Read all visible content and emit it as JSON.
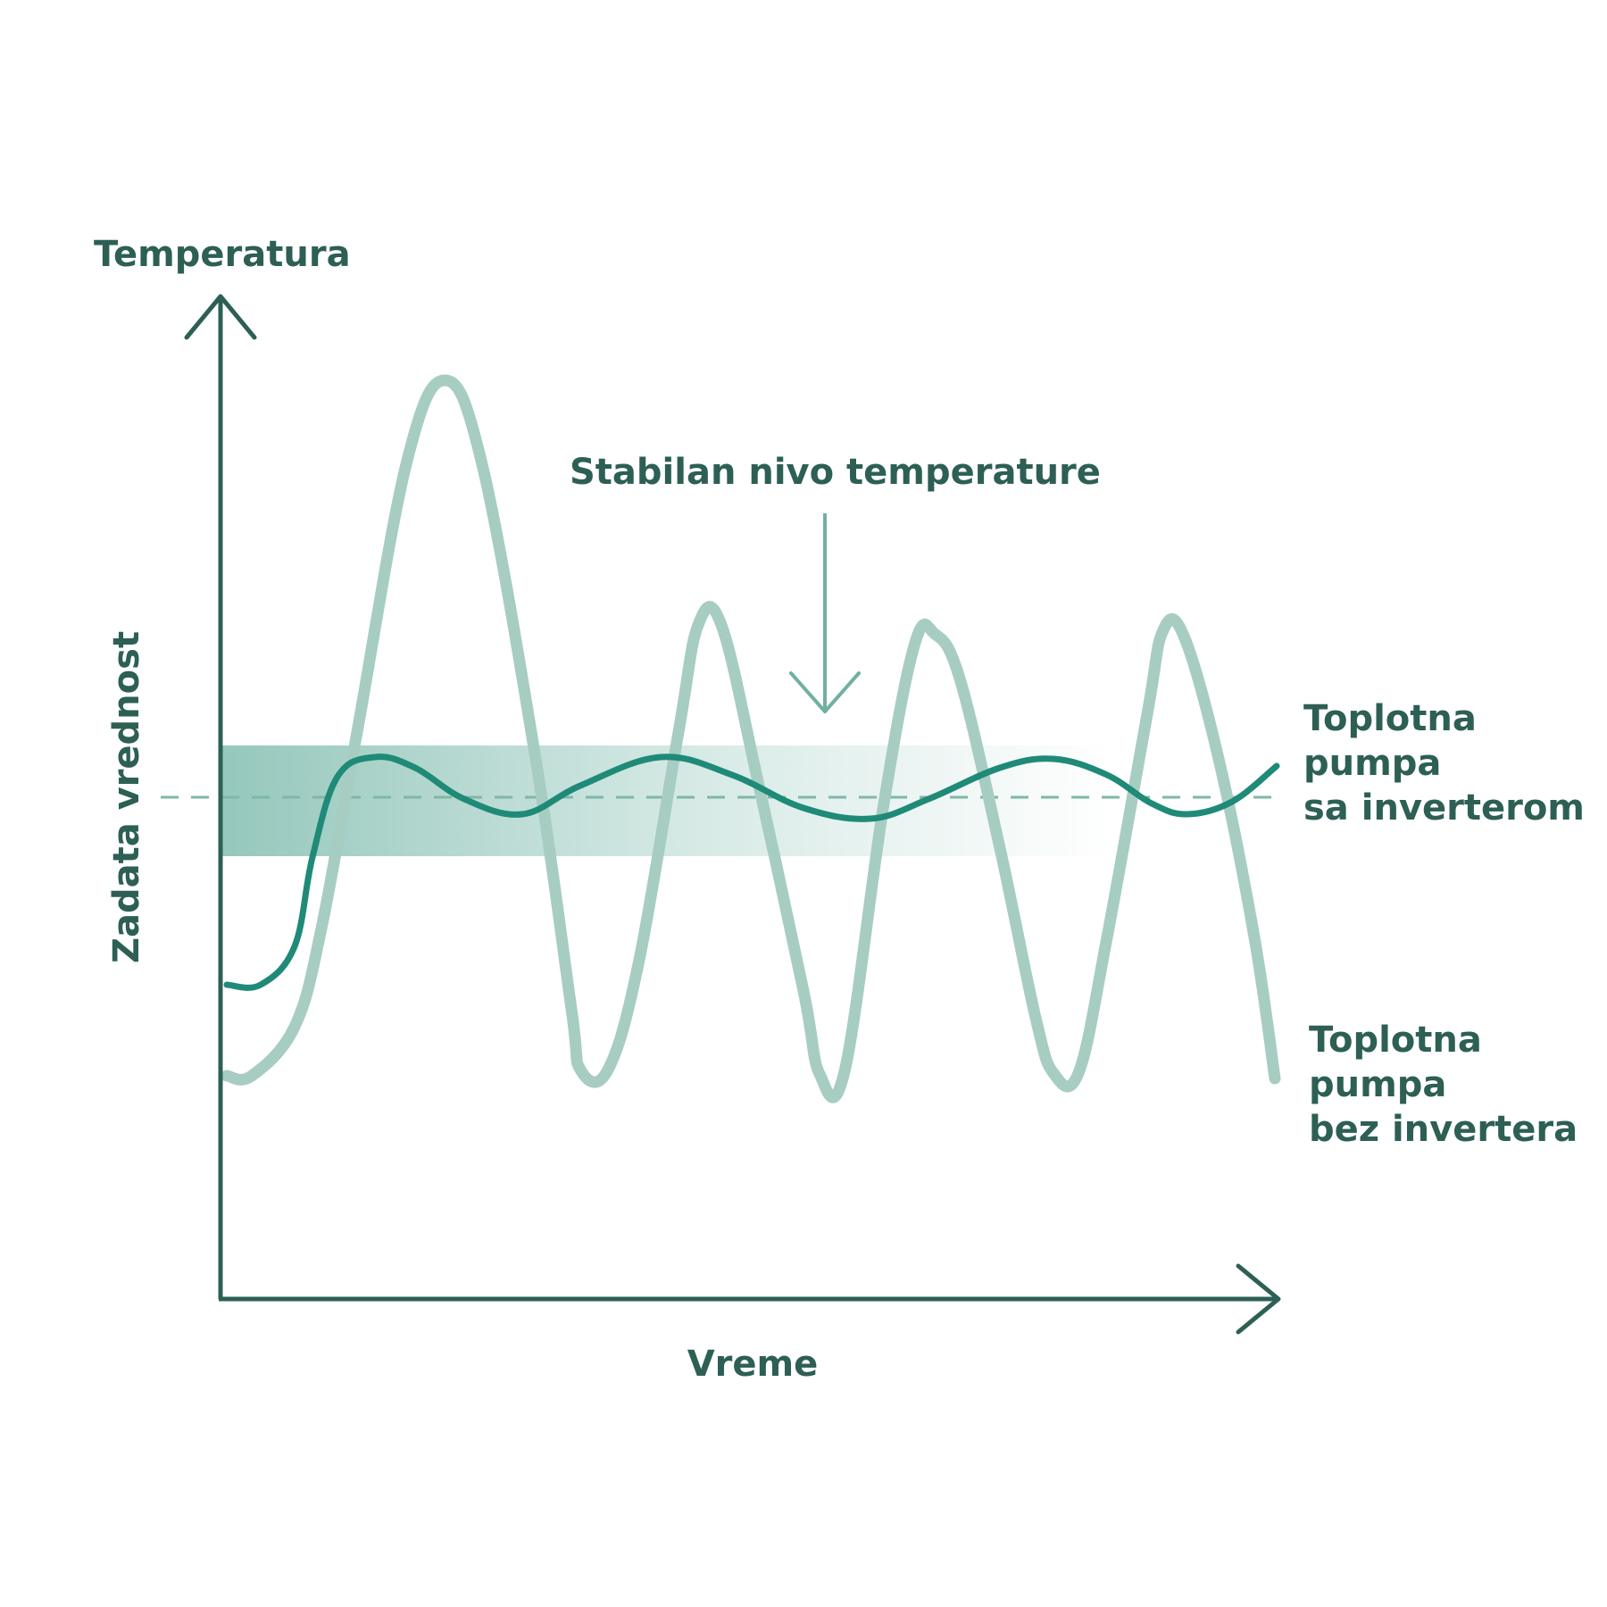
{
  "chart_data": {
    "type": "line",
    "xlabel": "Vreme",
    "ylabel": "Temperatura",
    "setpoint_label": "Zadata vrednost",
    "annotation": "Stabilan nivo temperature",
    "axis_ticks": false,
    "grid": false,
    "colors": {
      "axis": "#2d5f55",
      "inverter": "#1f8a78",
      "no_inverter": "#a7cdc2",
      "band": "#3f9a86",
      "setpoint": "#7fb7a9"
    },
    "series": [
      {
        "name_lines": [
          "Toplotna",
          "pumpa",
          "sa inverterom"
        ],
        "shape": "damped oscillation around the set value",
        "amplitude_relative_to_band": "within band"
      },
      {
        "name_lines": [
          "Toplotna",
          "pumpa",
          "bez invertera"
        ],
        "shape": "large on/off oscillation around the set value",
        "amplitude_relative_to_band": "far outside band"
      }
    ]
  }
}
